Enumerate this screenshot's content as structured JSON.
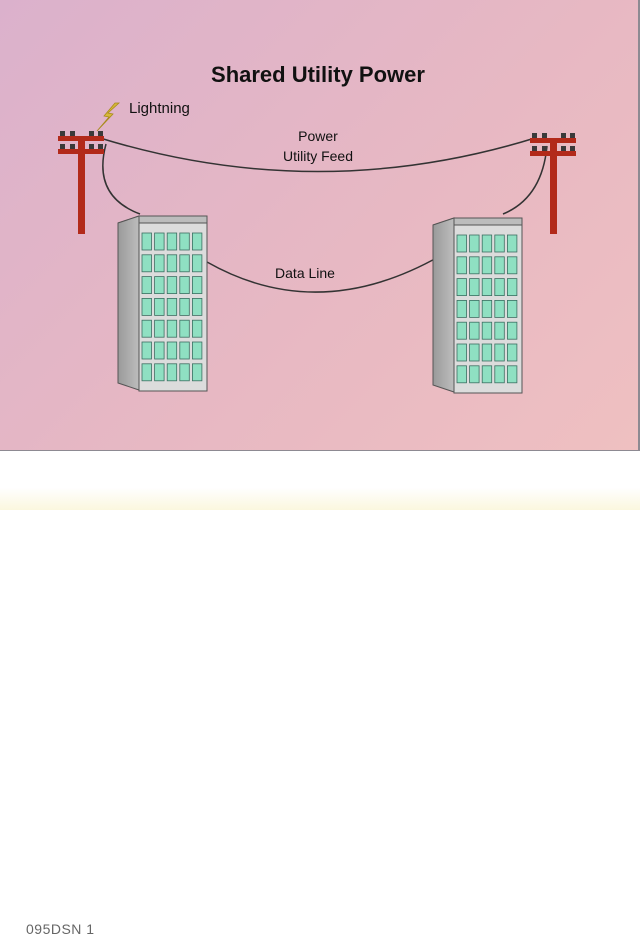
{
  "title": "Shared Utility Power",
  "labels": {
    "lightning": "Lightning",
    "power_feed_line1": "Power",
    "power_feed_line2": "Utility Feed",
    "data_line": "Data Line"
  },
  "footer": {
    "caption_code": "095DSN 1"
  },
  "icons": {
    "lightning": "lightning-bolt-icon",
    "pole": "utility-pole-icon",
    "building": "office-building-icon"
  },
  "colors": {
    "background": "#e3b6c6",
    "pole": "#b22a1a",
    "building_face": "#dcdcdc",
    "window": "#8fe0c2",
    "bolt": "#d6b83a",
    "wire": "#333333"
  }
}
